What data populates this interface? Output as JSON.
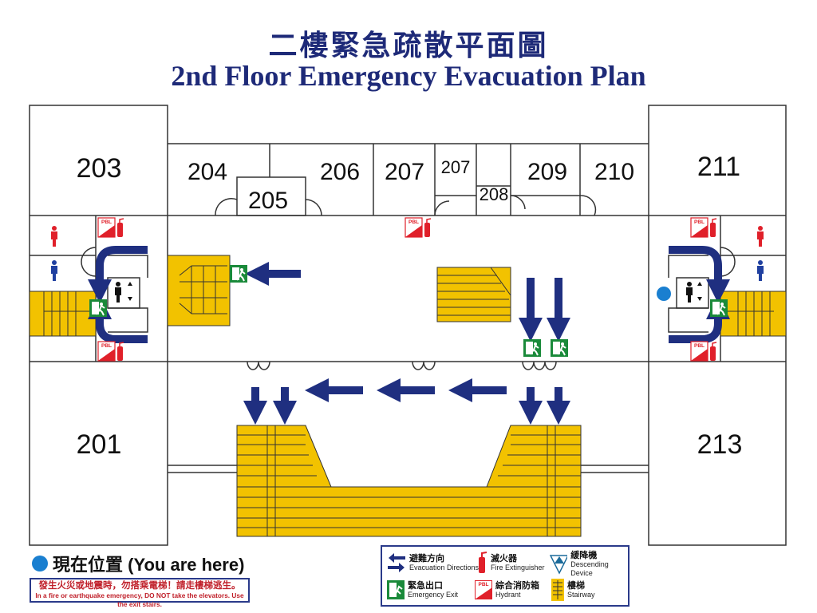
{
  "title": {
    "zh": "二樓緊急疏散平面圖",
    "en": "2nd Floor Emergency Evacuation Plan"
  },
  "rooms": {
    "r201": "201",
    "r203": "203",
    "r204": "204",
    "r205": "205",
    "r206": "206",
    "r207a": "207",
    "r207b": "207",
    "r208": "208",
    "r209": "209",
    "r210": "210",
    "r211": "211",
    "r213": "213"
  },
  "you_are_here": {
    "label": "現在位置 (You are here)",
    "color": "#1a7fd0"
  },
  "warning": {
    "zh": "發生火災或地震時，勿搭乘電梯！請走樓梯逃生。",
    "en": "In a fire or earthquake emergency, DO NOT take the elevators. Use the exit stairs."
  },
  "legend": {
    "evacuation": {
      "zh": "避難方向",
      "en": "Evacuation Directions",
      "icon": "double-arrow-icon"
    },
    "extinguisher": {
      "zh": "滅火器",
      "en": "Fire Extinguisher",
      "icon": "fire-extinguisher-icon"
    },
    "descending": {
      "zh": "緩降機",
      "en": "Descending Device",
      "icon": "descending-device-icon"
    },
    "exit": {
      "zh": "緊急出口",
      "en": "Emergency Exit",
      "icon": "emergency-exit-icon"
    },
    "hydrant": {
      "zh": "綜合消防箱",
      "en": "Hydrant",
      "icon": "hydrant-icon",
      "mark": "PBL"
    },
    "stairway": {
      "zh": "樓梯",
      "en": "Stairway",
      "icon": "stairway-icon"
    }
  },
  "colors": {
    "arrow": "#1f2f80",
    "stair": "#f2c200",
    "exit": "#1a8a3a",
    "fire": "#e0202a",
    "title": "#1e2a78"
  }
}
